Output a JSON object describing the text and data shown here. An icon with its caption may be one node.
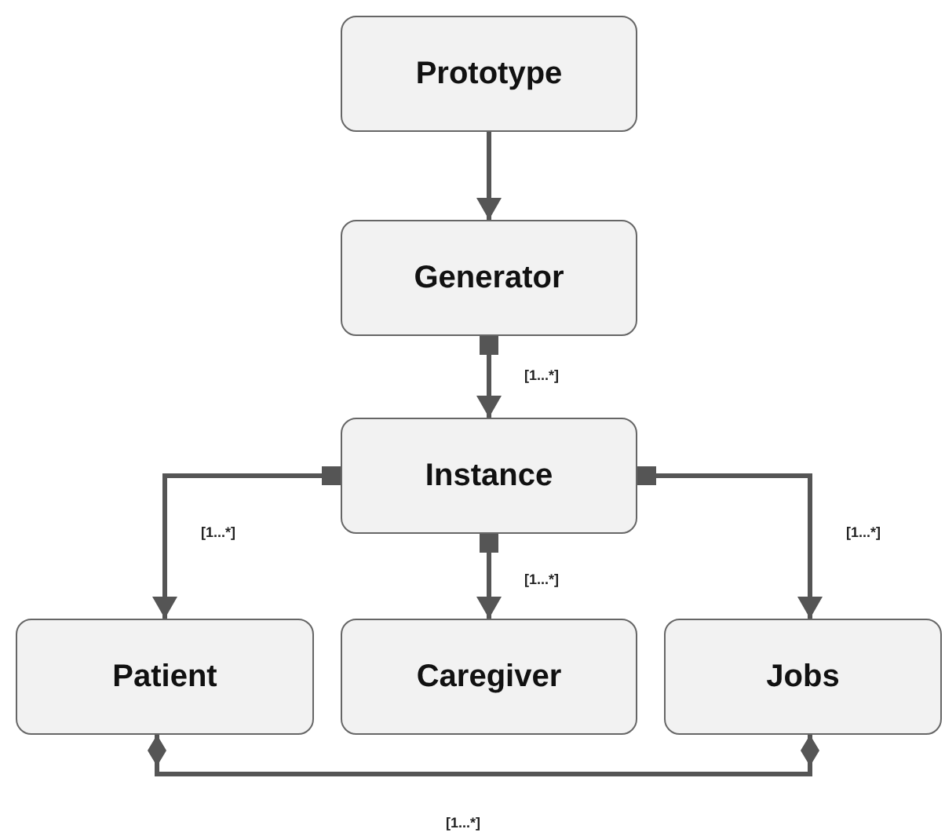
{
  "diagram": {
    "nodes": [
      {
        "text": [
          "Prototype"
        ]
      },
      {
        "text": [
          "Generator"
        ]
      },
      {
        "text": [
          "Instance"
        ]
      },
      {
        "text": [
          "Patient"
        ]
      },
      {
        "text": [
          "Caregiver"
        ]
      },
      {
        "text": [
          "Jobs"
        ]
      }
    ],
    "edges": [
      {
        "from": 0,
        "to": 1,
        "arrow": "to"
      },
      {
        "from": 1,
        "to": 2,
        "arrow": "to",
        "label": "[1...*]"
      },
      {
        "from": 2,
        "to": 3,
        "arrow": "to",
        "label": "[1...*]"
      },
      {
        "from": 2,
        "to": 4,
        "arrow": "to",
        "label": "[1...*]"
      },
      {
        "from": 2,
        "to": 5,
        "arrow": "to",
        "label": "[1...*]"
      },
      {
        "from": 3,
        "to": 5,
        "arrow": "other",
        "label": "[1...*]"
      }
    ]
  }
}
